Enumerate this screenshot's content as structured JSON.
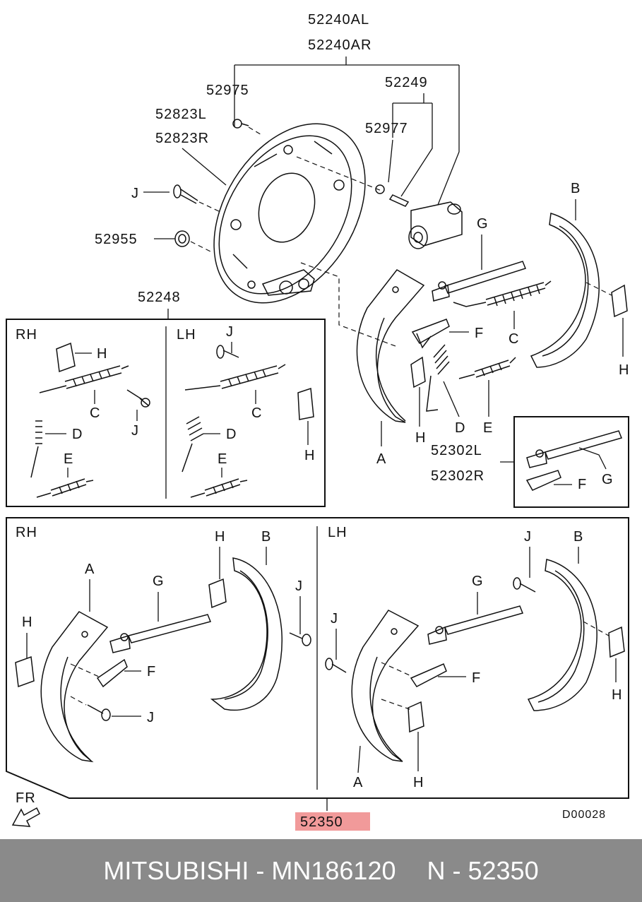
{
  "diagram": {
    "callouts": {
      "assy_l": "52240AL",
      "assy_r": "52240AR",
      "bolt": "52975",
      "plate_l": "52823L",
      "plate_r": "52823R",
      "cylinder_kit": "52249",
      "bleeder": "52977",
      "plug": "52955",
      "spring_kit": "52248",
      "adjuster_l": "52302L",
      "adjuster_r": "52302R",
      "shoe_kit": "52350",
      "drawing_no": "D00028"
    },
    "letters": {
      "a": "A",
      "b": "B",
      "c": "C",
      "d": "D",
      "e": "E",
      "f": "F",
      "g": "G",
      "h": "H",
      "j": "J"
    },
    "sides": {
      "rh": "RH",
      "lh": "LH"
    },
    "front_marker": "FR",
    "highlight_color": "#f19a9a"
  },
  "footer": {
    "brand_part": "MITSUBISHI - MN186120",
    "reference": "N - 52350"
  }
}
